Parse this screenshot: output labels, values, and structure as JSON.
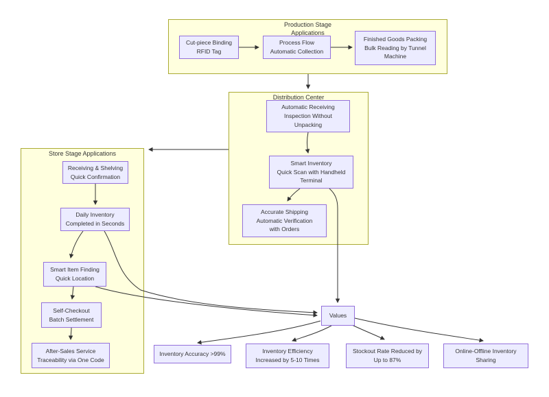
{
  "diagram_type": "flowchart",
  "colors": {
    "background": "#ffffff",
    "cluster_fill": "#ffffde",
    "cluster_border": "#aaaa33",
    "node_fill": "#ececff",
    "node_border": "#9370db",
    "edge": "#333333",
    "text": "#333333"
  },
  "clusters": {
    "production": {
      "title": "Production Stage\nApplications"
    },
    "distribution": {
      "title": "Distribution Center"
    },
    "store": {
      "title": "Store Stage Applications"
    }
  },
  "nodes": {
    "cut_piece": {
      "label": "Cut-piece Binding\nRFID Tag"
    },
    "process_flow": {
      "label": "Process Flow\nAutomatic Collection"
    },
    "finished_goods": {
      "label": "Finished Goods Packing\nBulk Reading by Tunnel\nMachine"
    },
    "auto_receiving": {
      "label": "Automatic Receiving\nInspection Without\nUnpacking"
    },
    "smart_inventory": {
      "label": "Smart Inventory\nQuick Scan with Handheld\nTerminal"
    },
    "accurate_shipping": {
      "label": "Accurate Shipping\nAutomatic Verification\nwith Orders"
    },
    "receiving_shelving": {
      "label": "Receiving & Shelving\nQuick Confirmation"
    },
    "daily_inventory": {
      "label": "Daily Inventory\nCompleted in Seconds"
    },
    "smart_item": {
      "label": "Smart Item Finding\nQuick Location"
    },
    "self_checkout": {
      "label": "Self-Checkout\nBatch Settlement"
    },
    "after_sales": {
      "label": "After-Sales Service\nTraceability via One Code"
    },
    "values": {
      "label": "Values"
    },
    "inv_accuracy": {
      "label": "Inventory Accuracy >99%"
    },
    "inv_efficiency": {
      "label": "Inventory Efficiency\nIncreased by 5-10 Times"
    },
    "stockout": {
      "label": "Stockout Rate Reduced by\nUp to 87%"
    },
    "online_offline": {
      "label": "Online-Offline Inventory\nSharing"
    }
  },
  "edges": [
    {
      "from": "cut_piece",
      "to": "process_flow"
    },
    {
      "from": "process_flow",
      "to": "finished_goods"
    },
    {
      "from": "production_cluster",
      "to": "distribution_cluster"
    },
    {
      "from": "distribution_cluster",
      "to": "store_cluster"
    },
    {
      "from": "auto_receiving",
      "to": "smart_inventory"
    },
    {
      "from": "smart_inventory",
      "to": "accurate_shipping"
    },
    {
      "from": "smart_inventory",
      "to": "values"
    },
    {
      "from": "receiving_shelving",
      "to": "daily_inventory"
    },
    {
      "from": "daily_inventory",
      "to": "smart_item"
    },
    {
      "from": "daily_inventory",
      "to": "values"
    },
    {
      "from": "smart_item",
      "to": "self_checkout"
    },
    {
      "from": "smart_item",
      "to": "values"
    },
    {
      "from": "self_checkout",
      "to": "after_sales"
    },
    {
      "from": "values",
      "to": "inv_accuracy"
    },
    {
      "from": "values",
      "to": "inv_efficiency"
    },
    {
      "from": "values",
      "to": "stockout"
    },
    {
      "from": "values",
      "to": "online_offline"
    }
  ]
}
